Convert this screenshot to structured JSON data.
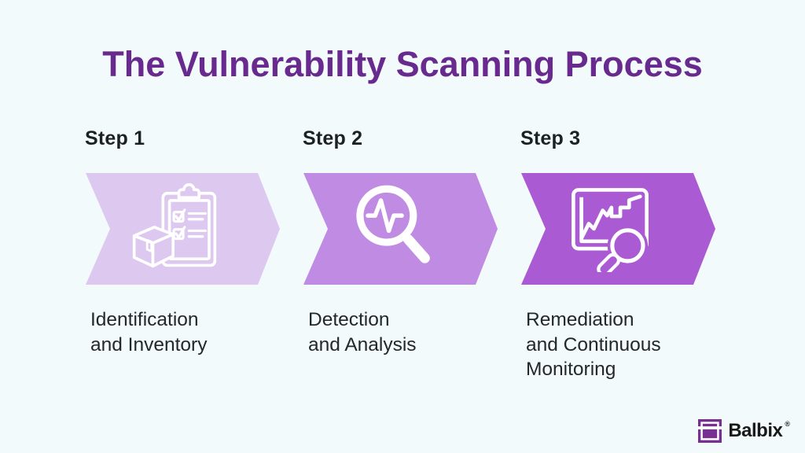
{
  "background": "#f3fafb",
  "title": {
    "text": "The Vulnerability Scanning Process",
    "color": "#682a8f"
  },
  "text_color": "#24272b",
  "steps": [
    {
      "label": "Step 1",
      "description": "Identification\nand Inventory",
      "arrow_color": "#ddc8f0",
      "icon": "package-box-and-checklist-clipboard-icon"
    },
    {
      "label": "Step 2",
      "description": "Detection\nand Analysis",
      "arrow_color": "#c08ce3",
      "icon": "magnifier-with-pulse-icon"
    },
    {
      "label": "Step 3",
      "description": "Remediation\nand Continuous\nMonitoring",
      "arrow_color": "#aa5bd3",
      "icon": "chart-with-magnifier-icon"
    }
  ],
  "logo": {
    "brand": "Balbix",
    "registered_mark": "®",
    "icon_color": "#772f92",
    "text_color": "#191919"
  }
}
